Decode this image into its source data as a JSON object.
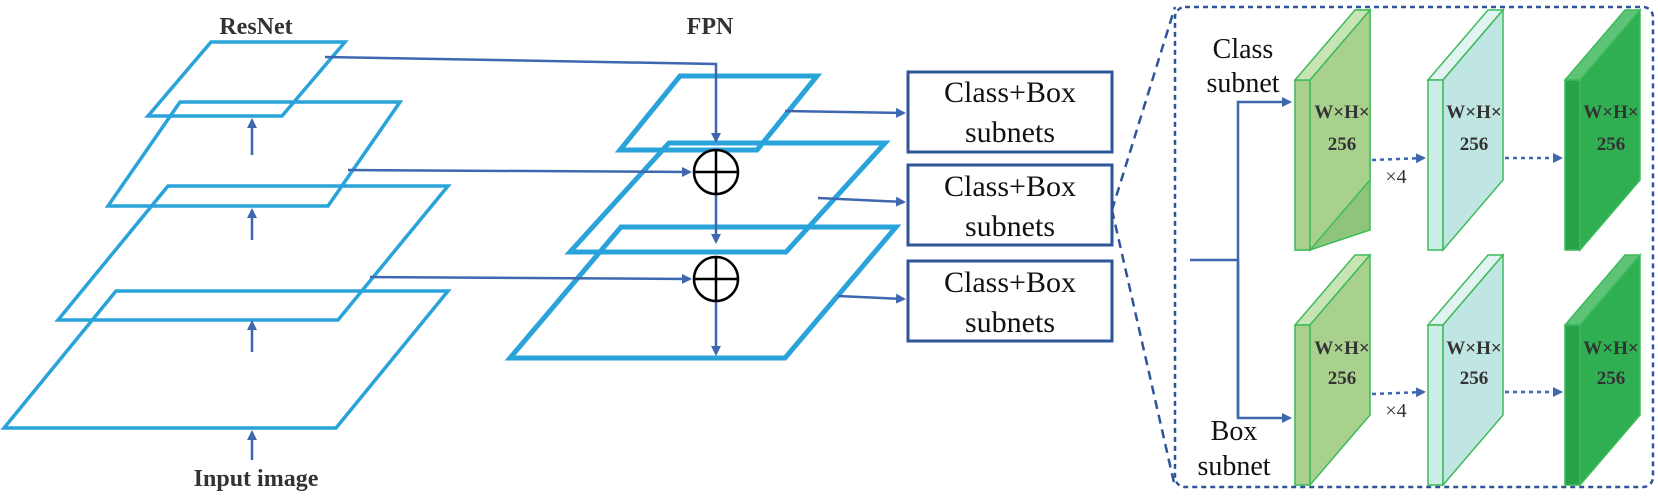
{
  "resnet": {
    "title": "ResNet",
    "input_label": "Input image"
  },
  "fpn": {
    "title": "FPN"
  },
  "subnet_boxes": [
    {
      "line1": "Class+Box",
      "line2": "subnets"
    },
    {
      "line1": "Class+Box",
      "line2": "subnets"
    },
    {
      "line1": "Class+Box",
      "line2": "subnets"
    }
  ],
  "detail": {
    "class_label_line1": "Class",
    "class_label_line2": "subnet",
    "box_label_line1": "Box",
    "box_label_line2": "subnet",
    "block_line1": "W×H×",
    "block_line2": "256",
    "repeat_label": "×4"
  },
  "colors": {
    "layer_stroke": "#29A3D9",
    "arrow": "#3F67B0",
    "box_stroke": "#2E5597",
    "light_green": "#A9D18E",
    "light_teal": "#BFE6E2",
    "dark_green": "#2FAE52",
    "green_edge": "#3DBB5A"
  }
}
